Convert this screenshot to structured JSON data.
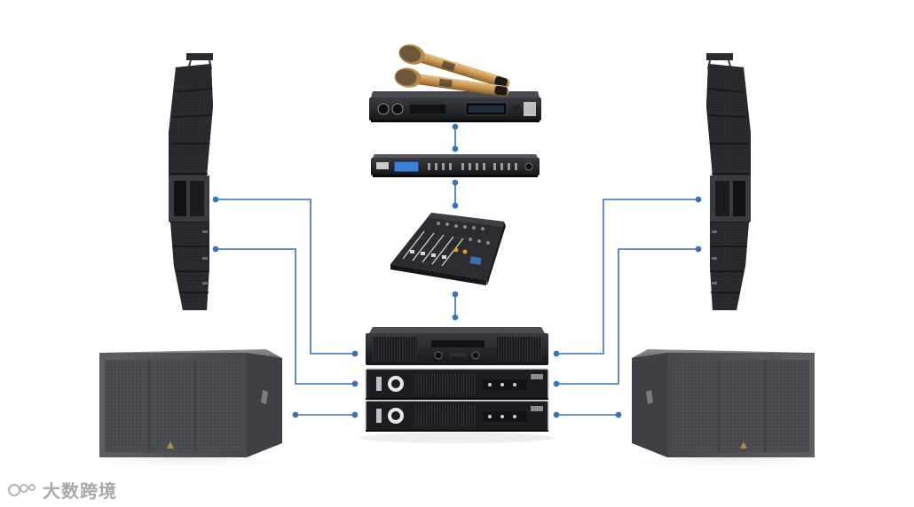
{
  "watermark": {
    "text": "大数跨境"
  },
  "colors": {
    "connector": "#3a73b4",
    "device_dark": "#1c1c1e",
    "device_mid": "#2e2f33",
    "speaker_gray": "#55575c",
    "mic_gold": "#c9964f",
    "lcd_blue": "#3b7fd8"
  },
  "devices": [
    {
      "name": "wireless-microphone-system",
      "icon": "wireless-mic-receiver-icon"
    },
    {
      "name": "audio-processor",
      "icon": "dsp-processor-icon"
    },
    {
      "name": "mixing-console",
      "icon": "mixer-icon"
    },
    {
      "name": "power-amplifier-1",
      "icon": "amplifier-icon"
    },
    {
      "name": "power-amplifier-2",
      "icon": "amplifier-icon"
    },
    {
      "name": "power-amplifier-3",
      "icon": "amplifier-icon"
    },
    {
      "name": "line-array-left",
      "icon": "line-array-speaker-icon"
    },
    {
      "name": "line-array-right",
      "icon": "line-array-speaker-icon"
    },
    {
      "name": "subwoofer-left",
      "icon": "subwoofer-icon"
    },
    {
      "name": "subwoofer-right",
      "icon": "subwoofer-icon"
    }
  ]
}
